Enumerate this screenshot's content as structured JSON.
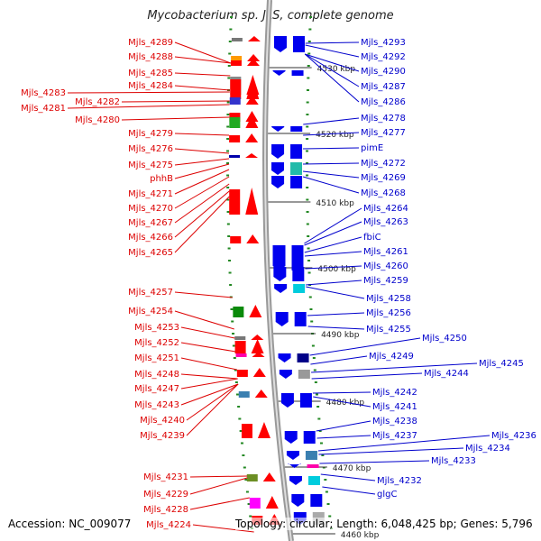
{
  "title": "Mycobacterium sp. JLS, complete genome",
  "footer": {
    "accession": "Accession: NC_009077",
    "topology": "Topology: circular; Length: 6,048,425 bp; Genes: 5,796"
  },
  "colors": {
    "left_label": "#dd0000",
    "right_label": "#0000cc",
    "backbone": "#999999",
    "tick": "#228822"
  },
  "kbp_ticks": [
    "4530 kbp",
    "4520 kbp",
    "4510 kbp",
    "4500 kbp",
    "4490 kbp",
    "4480 kbp",
    "4470 kbp",
    "4460 kbp"
  ],
  "left_genes": [
    "Mjls_4289",
    "Mjls_4288",
    "Mjls_4285",
    "Mjls_4284",
    "Mjls_4283",
    "Mjls_4282",
    "Mjls_4281",
    "Mjls_4280",
    "Mjls_4279",
    "Mjls_4276",
    "Mjls_4275",
    "phhB",
    "Mjls_4271",
    "Mjls_4270",
    "Mjls_4267",
    "Mjls_4266",
    "Mjls_4265",
    "Mjls_4257",
    "Mjls_4254",
    "Mjls_4253",
    "Mjls_4252",
    "Mjls_4251",
    "Mjls_4248",
    "Mjls_4247",
    "Mjls_4243",
    "Mjls_4240",
    "Mjls_4239",
    "Mjls_4231",
    "Mjls_4229",
    "Mjls_4228",
    "Mjls_4224"
  ],
  "right_genes": [
    "Mjls_4293",
    "Mjls_4292",
    "Mjls_4290",
    "Mjls_4287",
    "Mjls_4286",
    "Mjls_4278",
    "Mjls_4277",
    "pimE",
    "Mjls_4272",
    "Mjls_4269",
    "Mjls_4268",
    "Mjls_4264",
    "Mjls_4263",
    "fbiC",
    "Mjls_4261",
    "Mjls_4260",
    "Mjls_4259",
    "Mjls_4258",
    "Mjls_4256",
    "Mjls_4255",
    "Mjls_4250",
    "Mjls_4249",
    "Mjls_4245",
    "Mjls_4244",
    "Mjls_4242",
    "Mjls_4241",
    "Mjls_4238",
    "Mjls_4237",
    "Mjls_4236",
    "Mjls_4234",
    "Mjls_4233",
    "Mjls_4232",
    "glgC"
  ]
}
